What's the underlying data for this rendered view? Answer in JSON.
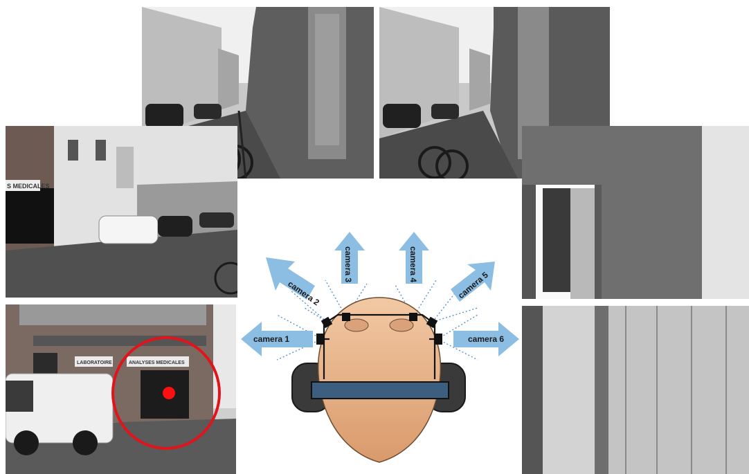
{
  "photos": {
    "top_left": {
      "name": "camera-3-street-view"
    },
    "top_right": {
      "name": "camera-4-street-view"
    },
    "left_upper": {
      "name": "camera-2-street-view",
      "sign_text": "S MEDICALES"
    },
    "left_lower": {
      "name": "camera-1-storefront-view",
      "sign_left": "LABORATOIRE",
      "sign_right": "ANALYSES MEDICALES"
    },
    "right_upper": {
      "name": "camera-5-wall-view"
    },
    "right_lower": {
      "name": "camera-6-shutter-view"
    }
  },
  "highlight": {
    "circle_color": "#e0141b",
    "dot_color": "#ff0f0f"
  },
  "cameras": [
    {
      "label": "camera 1"
    },
    {
      "label": "camera 2"
    },
    {
      "label": "camera 3"
    },
    {
      "label": "camera 4"
    },
    {
      "label": "camera 5"
    },
    {
      "label": "camera 6"
    }
  ],
  "colors": {
    "arrow": "#8cbde3",
    "head": "#e8b48a",
    "ears": "#3a3a3a",
    "band": "#3c5f80",
    "dash": "#5a8fd0"
  }
}
